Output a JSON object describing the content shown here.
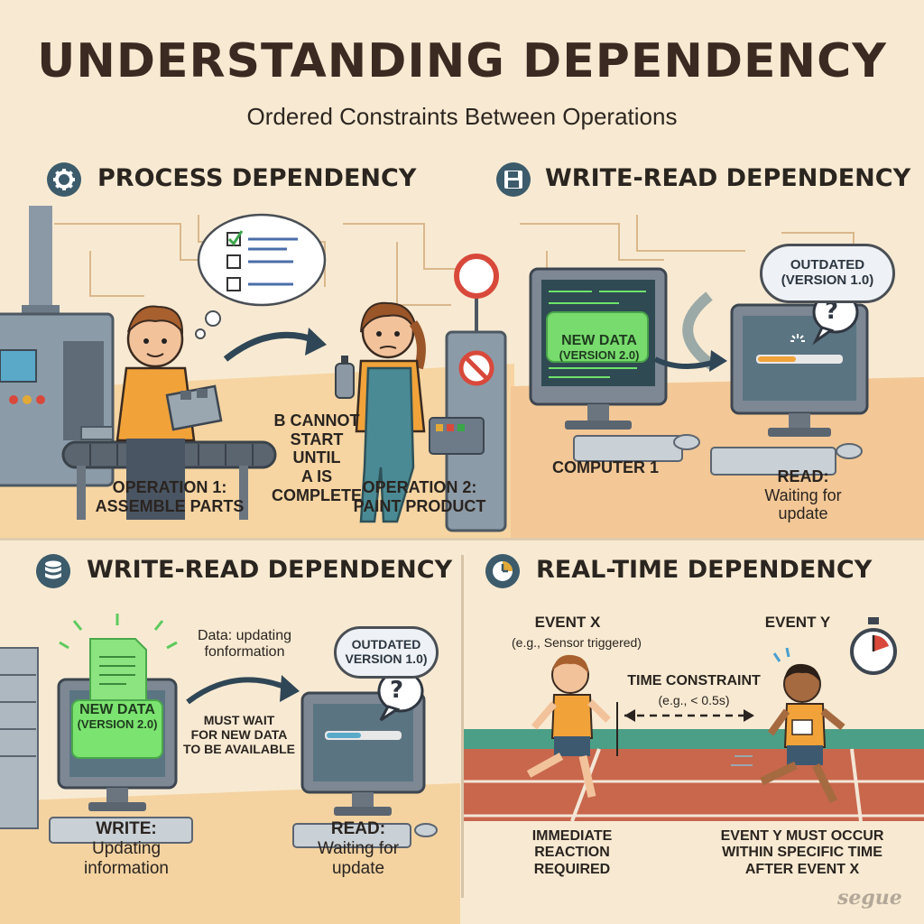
{
  "header": {
    "title": "UNDERSTANDING DEPENDENCY",
    "subtitle": "Ordered Constraints Between Operations"
  },
  "process": {
    "title": "PROCESS DEPENDENCY",
    "icon": "gear-icon",
    "op1_line1": "OPERATION 1:",
    "op1_line2": "ASSEMBLE PARTS",
    "constraint_line1": "B CANNOT",
    "constraint_line2": "START UNTIL",
    "constraint_line3": "A IS",
    "constraint_line4": "COMPLETE",
    "op2_line1": "OPERATION 2:",
    "op2_line2": "PAINT PRODUCT"
  },
  "write_read_top": {
    "title": "WRITE-READ DEPENDENCY",
    "icon": "floppy-disk-icon",
    "new_data_line1": "NEW DATA",
    "new_data_line2": "(VERSION 2.0)",
    "outdated_line1": "OUTDATED",
    "outdated_line2": "(VERSION 1.0)",
    "computer_label": "COMPUTER 1",
    "read_label": "READ:",
    "read_line1": "Waiting for",
    "read_line2": "update"
  },
  "write_read_bottom": {
    "title": "WRITE-READ DEPENDENCY",
    "icon": "database-icon",
    "status_line1": "Data: updating",
    "status_line2": "fonformation",
    "new_data_line1": "NEW DATA",
    "new_data_line2": "(VERSION 2.0)",
    "outdated_line1": "OUTDATED",
    "outdated_line2": "VERSION 1.0)",
    "wait_line1": "MUST WAIT",
    "wait_line2": "FOR NEW DATA",
    "wait_line3": "TO BE AVAILABLE",
    "write_label": "WRITE:",
    "write_line1": "Updating",
    "write_line2": "information",
    "read_label": "READ:",
    "read_line1": "Waiting for",
    "read_line2": "update"
  },
  "realtime": {
    "title": "REAL-TIME DEPENDENCY",
    "icon": "clock-icon",
    "event_x": "EVENT X",
    "event_x_note": "(e.g., Sensor triggered)",
    "event_y": "EVENT Y",
    "constraint_label": "TIME CONSTRAINT",
    "constraint_note": "(e.g., < 0.5s)",
    "reaction_line1": "IMMEDIATE",
    "reaction_line2": "REACTION",
    "reaction_line3": "REQUIRED",
    "rule_line1": "EVENT Y MUST OCCUR",
    "rule_line2": "WITHIN SPECIFIC TIME",
    "rule_line3": "AFTER EVENT X"
  },
  "signature": "segue",
  "colors": {
    "background": "#f8ead2",
    "title": "#3b2a21",
    "icon_bg": "#3c5b6b",
    "new_data_green": "#7be36f",
    "track": "#c8674c",
    "track_green": "#4b9f86"
  }
}
